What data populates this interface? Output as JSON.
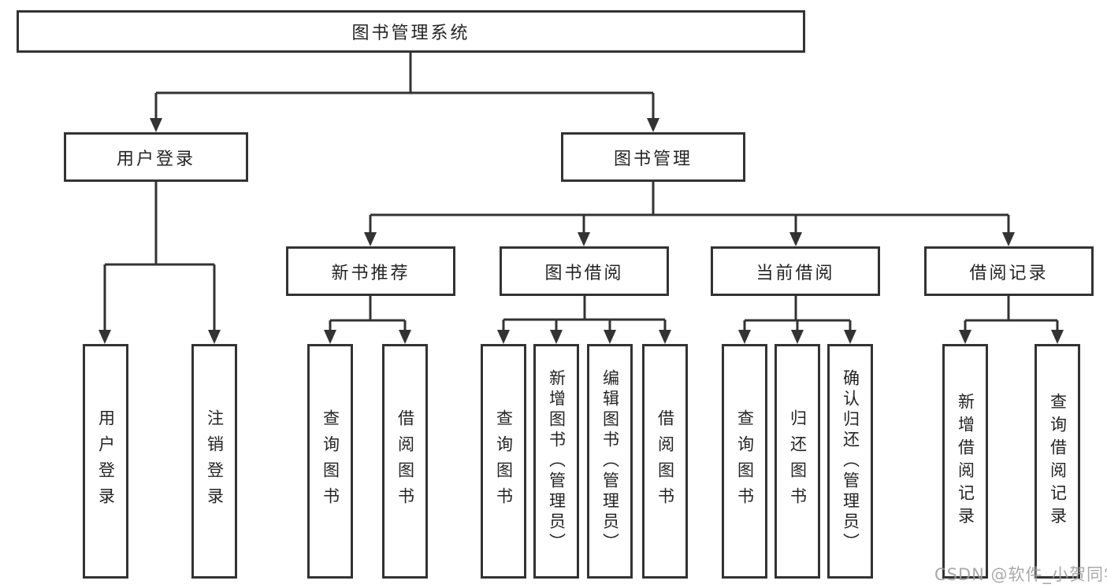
{
  "tree": {
    "label": "图书管理系统",
    "children": [
      {
        "label": "用户登录",
        "children": [
          {
            "label": "用户登录"
          },
          {
            "label": "注销登录"
          }
        ]
      },
      {
        "label": "图书管理",
        "children": [
          {
            "label": "新书推荐",
            "children": [
              {
                "label": "查询图书"
              },
              {
                "label": "借阅图书"
              }
            ]
          },
          {
            "label": "图书借阅",
            "children": [
              {
                "label": "查询图书"
              },
              {
                "label": "新增图书（管理员）"
              },
              {
                "label": "编辑图书（管理员）"
              },
              {
                "label": "借阅图书"
              }
            ]
          },
          {
            "label": "当前借阅",
            "children": [
              {
                "label": "查询图书"
              },
              {
                "label": "归还图书"
              },
              {
                "label": "确认归还（管理员）"
              }
            ]
          },
          {
            "label": "借阅记录",
            "children": [
              {
                "label": "新增借阅记录"
              },
              {
                "label": "查询借阅记录"
              }
            ]
          }
        ]
      }
    ]
  },
  "watermark": "CSDN @软件_小贺同学",
  "colors": {
    "line": "#333333",
    "box_border": "#333333",
    "box_fill": "#ffffff",
    "text": "#242424",
    "watermark": "#9e9e9e"
  }
}
